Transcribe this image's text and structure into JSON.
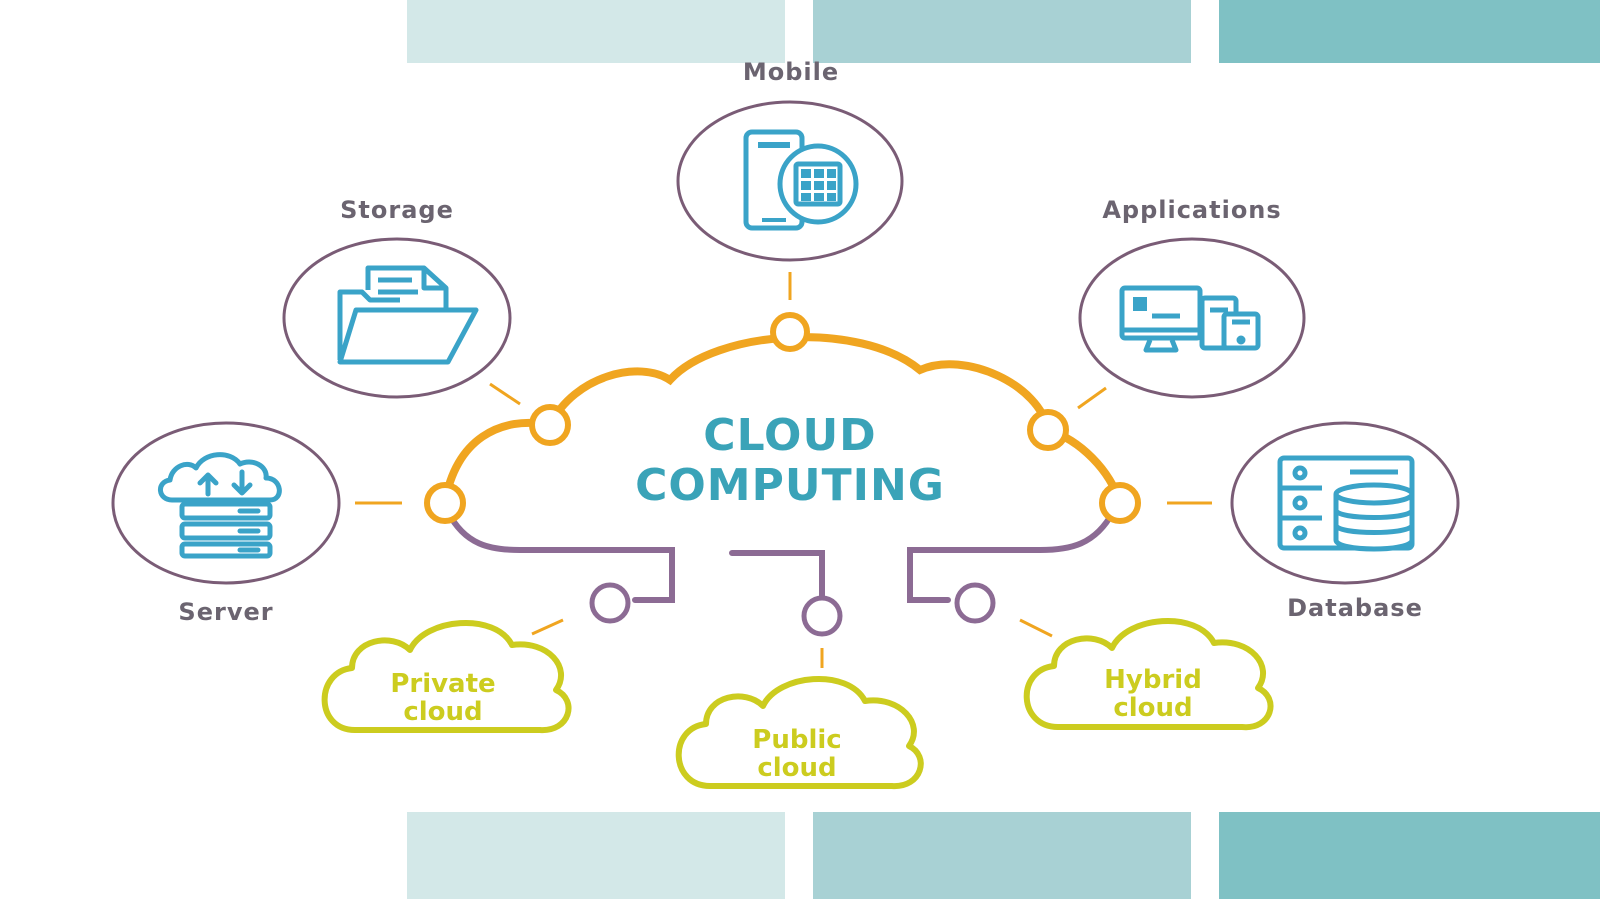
{
  "title": {
    "line1": "CLOUD",
    "line2": "COMPUTING"
  },
  "nodes": [
    {
      "id": "mobile",
      "label": "Mobile",
      "icon": "mobile-chip-icon"
    },
    {
      "id": "storage",
      "label": "Storage",
      "icon": "folder-documents-icon"
    },
    {
      "id": "applications",
      "label": "Applications",
      "icon": "desktop-devices-icon"
    },
    {
      "id": "server",
      "label": "Server",
      "icon": "cloud-server-icon"
    },
    {
      "id": "database",
      "label": "Database",
      "icon": "database-icon"
    }
  ],
  "cloud_types": [
    {
      "id": "private",
      "line1": "Private",
      "line2": "cloud"
    },
    {
      "id": "public",
      "line1": "Public",
      "line2": "cloud"
    },
    {
      "id": "hybrid",
      "line1": "Hybrid",
      "line2": "cloud"
    }
  ],
  "colors": {
    "title": "#3aa3b8",
    "label": "#6b6470",
    "node_ring": "#7a5c76",
    "icon": "#3aa3c8",
    "cloud_outline": "#f0a520",
    "connector": "#8c6b94",
    "cloud_type": "#cccc1f",
    "band_light": "#d3e8e8",
    "band_mid": "#a8d1d4",
    "band_dark": "#7fc1c4"
  }
}
